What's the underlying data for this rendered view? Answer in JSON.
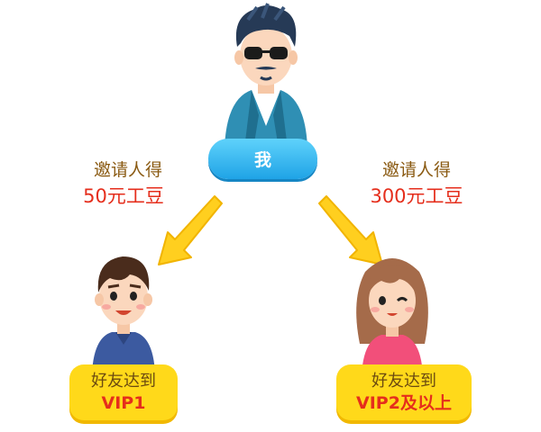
{
  "me": {
    "label": "我"
  },
  "left_branch": {
    "invite_text": "邀请人得",
    "reward_text": "50元工豆"
  },
  "right_branch": {
    "invite_text": "邀请人得",
    "reward_text": "300元工豆"
  },
  "left_friend": {
    "line1": "好友达到",
    "line2": "VIP1"
  },
  "right_friend": {
    "line1": "好友达到",
    "line2": "VIP2及以上"
  },
  "colors": {
    "invite_text": "#8a5a12",
    "reward_text": "#e52e1c",
    "me_pill": "#2fb1ee",
    "friend_pill": "#ffd91a",
    "arrow": "#ffcf1f"
  }
}
